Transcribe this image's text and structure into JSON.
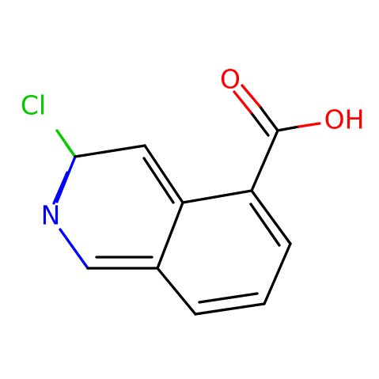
{
  "molecule": {
    "atoms": [
      {
        "id": "cl",
        "symbol": "Cl",
        "color": "#00CC00"
      },
      {
        "id": "n",
        "symbol": "N",
        "color": "#0000FF"
      },
      {
        "id": "o_carbonyl",
        "symbol": "O",
        "color": "#FF0000"
      },
      {
        "id": "oh",
        "symbol": "OH",
        "color": "#FF0000"
      }
    ],
    "bond_color": "#000000"
  }
}
